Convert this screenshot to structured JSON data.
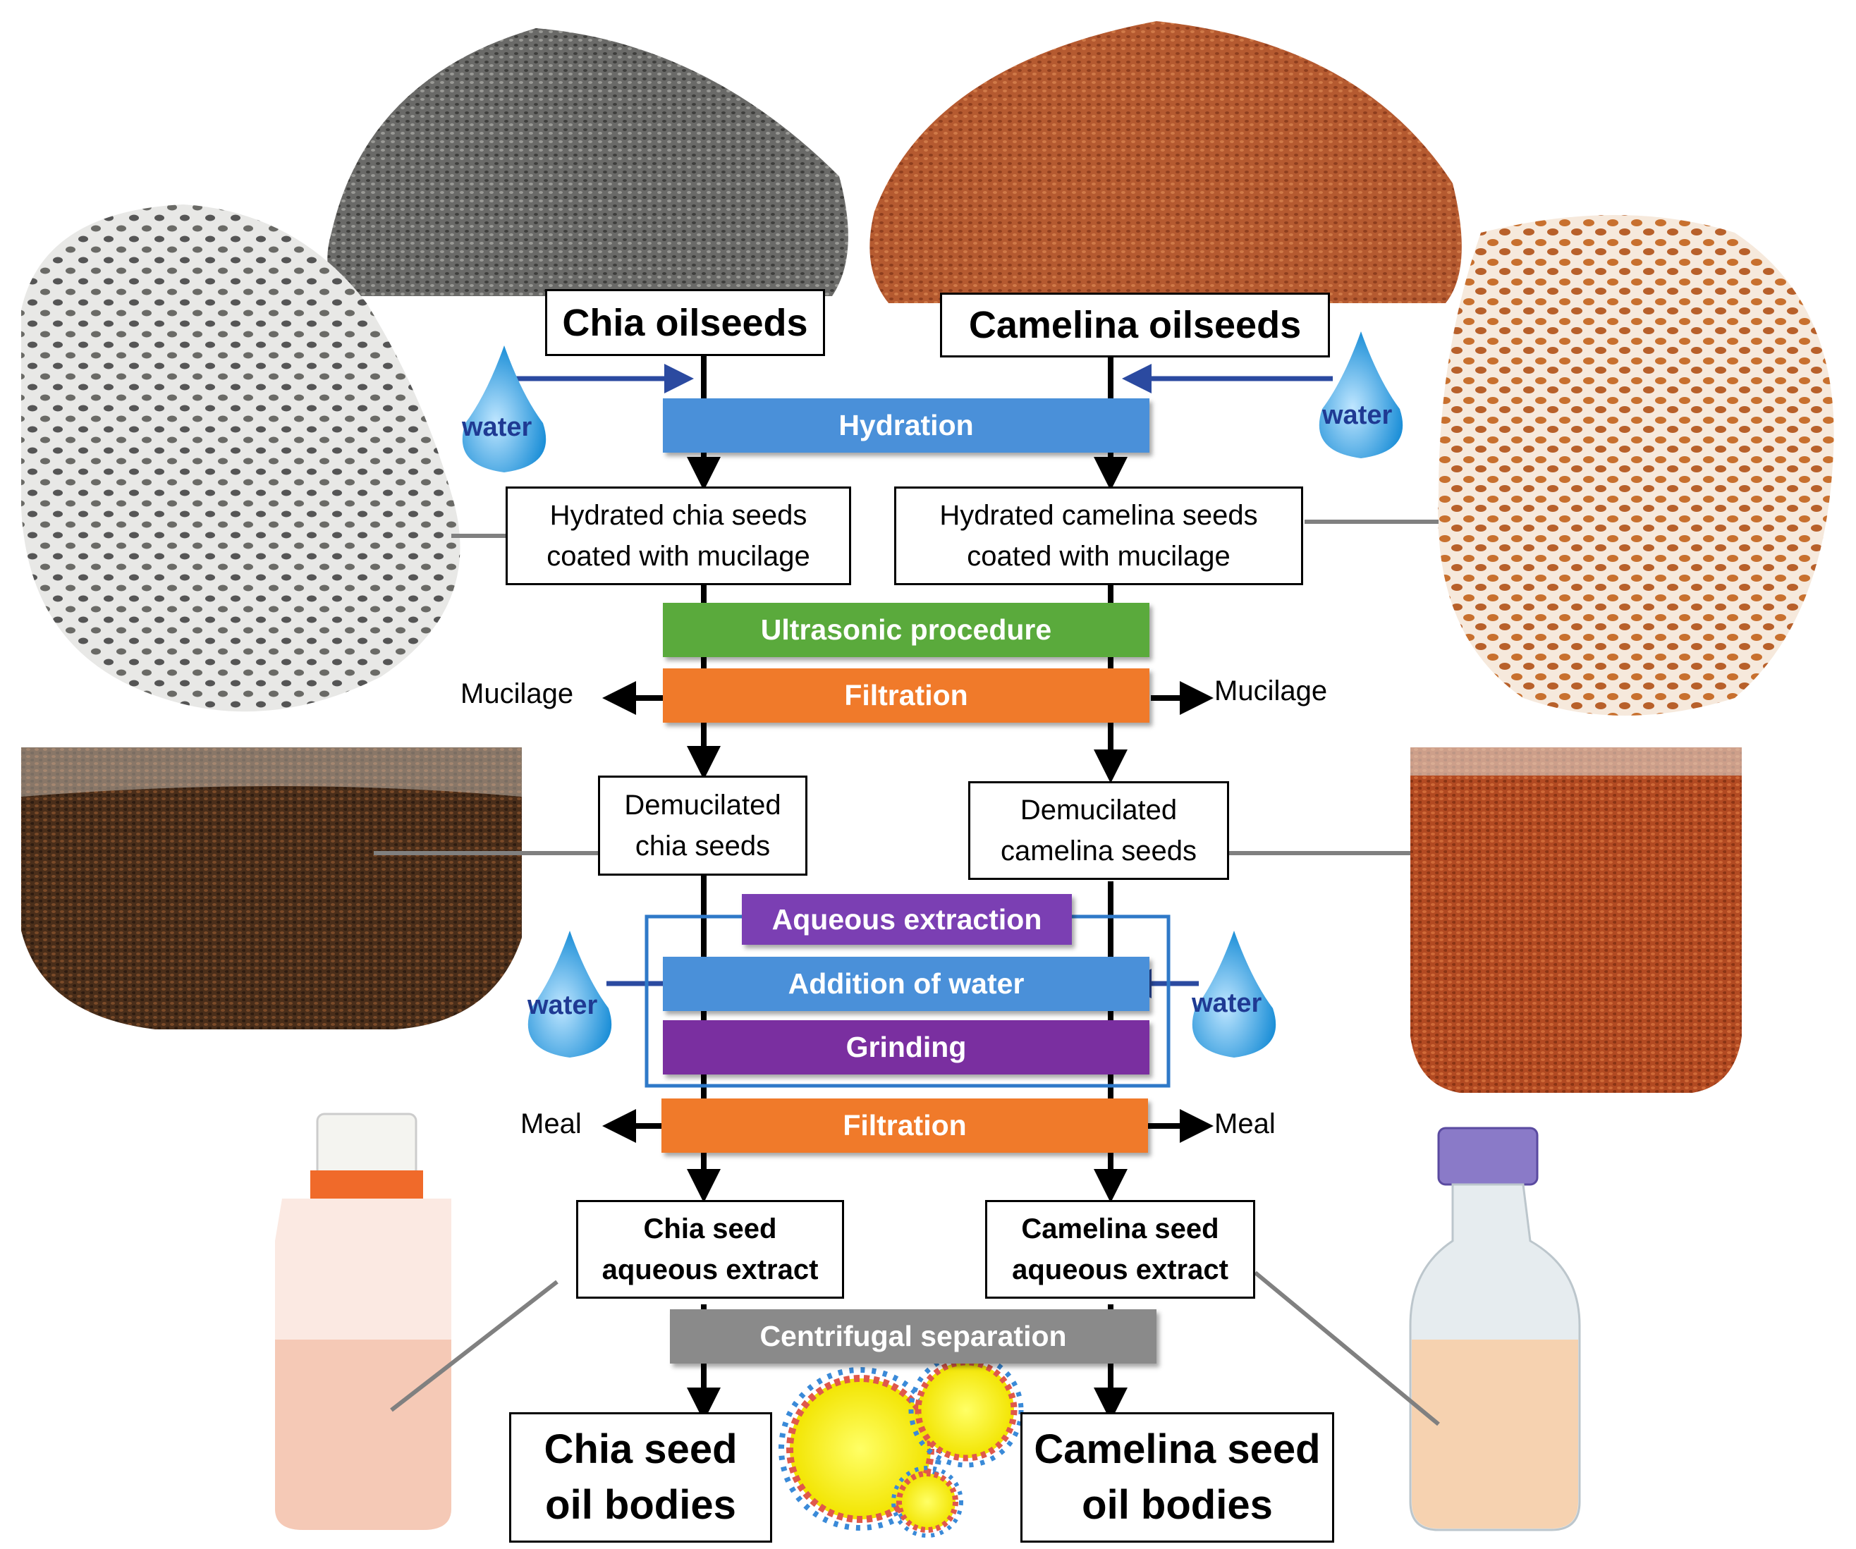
{
  "sources": {
    "chia": "Chia oilseeds",
    "camelina": "Camelina oilseeds"
  },
  "water_label": "water",
  "steps": {
    "hydration": "Hydration",
    "ultrasonic": "Ultrasonic procedure",
    "filtration_1": "Filtration",
    "aqueous_extraction": "Aqueous extraction",
    "addition_of_water": "Addition of water",
    "grinding": "Grinding",
    "filtration_2": "Filtration",
    "centrifugal": "Centrifugal separation"
  },
  "intermediates": {
    "hydrated_chia": [
      "Hydrated chia seeds",
      "coated with mucilage"
    ],
    "hydrated_camelina": [
      "Hydrated camelina seeds",
      "coated with mucilage"
    ],
    "demucilated_chia": [
      "Demucilated",
      "chia seeds"
    ],
    "demucilated_camelina": [
      "Demucilated",
      "camelina seeds"
    ],
    "extract_chia": [
      "Chia seed",
      "aqueous extract"
    ],
    "extract_camelina": [
      "Camelina seed",
      "aqueous extract"
    ]
  },
  "byproducts": {
    "mucilage_left": "Mucilage",
    "mucilage_right": "Mucilage",
    "meal_left": "Meal",
    "meal_right": "Meal"
  },
  "products": {
    "chia": [
      "Chia seed",
      "oil bodies"
    ],
    "camelina": [
      "Camelina seed",
      "oil bodies"
    ]
  },
  "colors": {
    "hydration": "#4a90d9",
    "ultrasonic": "#5aaa3c",
    "filtration": "#f07a2a",
    "aqueous_extraction": "#7b3fb3",
    "addition_of_water": "#4a90d9",
    "grinding": "#7a2fa0",
    "centrifugal": "#8a8a8a",
    "chia_seed": "#5a5a5a",
    "camelina_seed": "#b5562a"
  }
}
